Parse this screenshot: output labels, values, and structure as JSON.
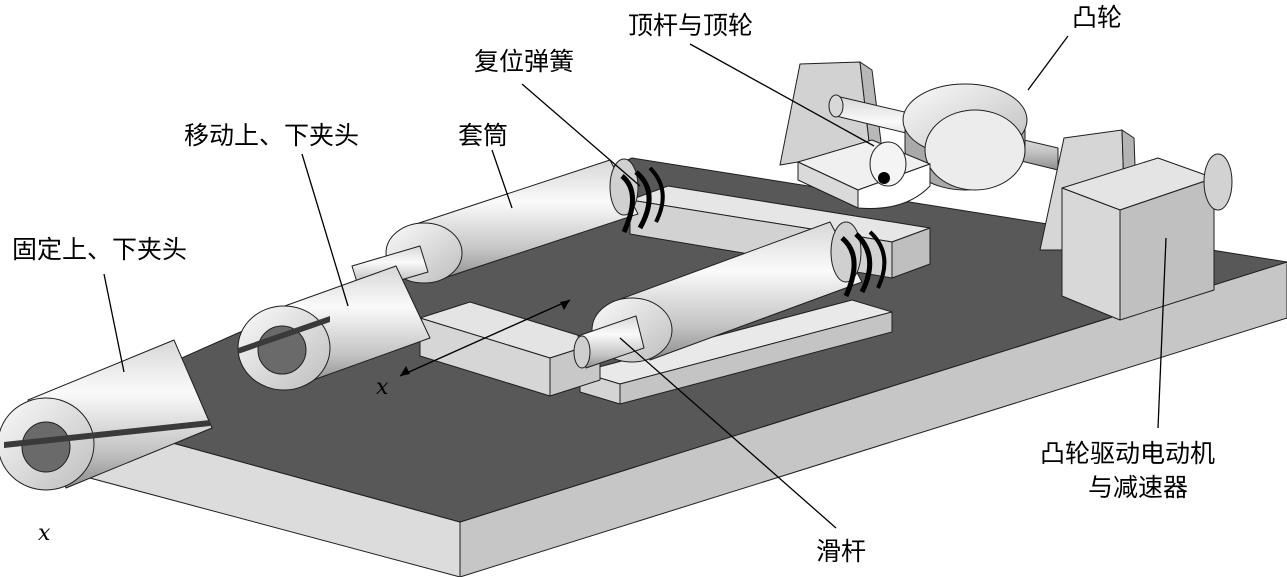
{
  "labels": {
    "fixed_jaw": "固定上、下夹头",
    "moving_jaw": "移动上、下夹头",
    "sleeve": "套筒",
    "return_spring": "复位弹簧",
    "push_rod_roller": "顶杆与顶轮",
    "cam": "凸轮",
    "motor_line1": "凸轮驱动电动机",
    "motor_line2": "与减速器",
    "slide_rod": "滑杆"
  },
  "axis": {
    "x_front": "x",
    "x_middle": "x"
  },
  "colors": {
    "base_top": "#585858",
    "base_side": "#dcdcdc",
    "metal_light": "#f2f2f2",
    "metal_mid": "#c9c9c9",
    "metal_dark": "#8c8c8c",
    "spring": "#000000",
    "line": "#000000"
  }
}
